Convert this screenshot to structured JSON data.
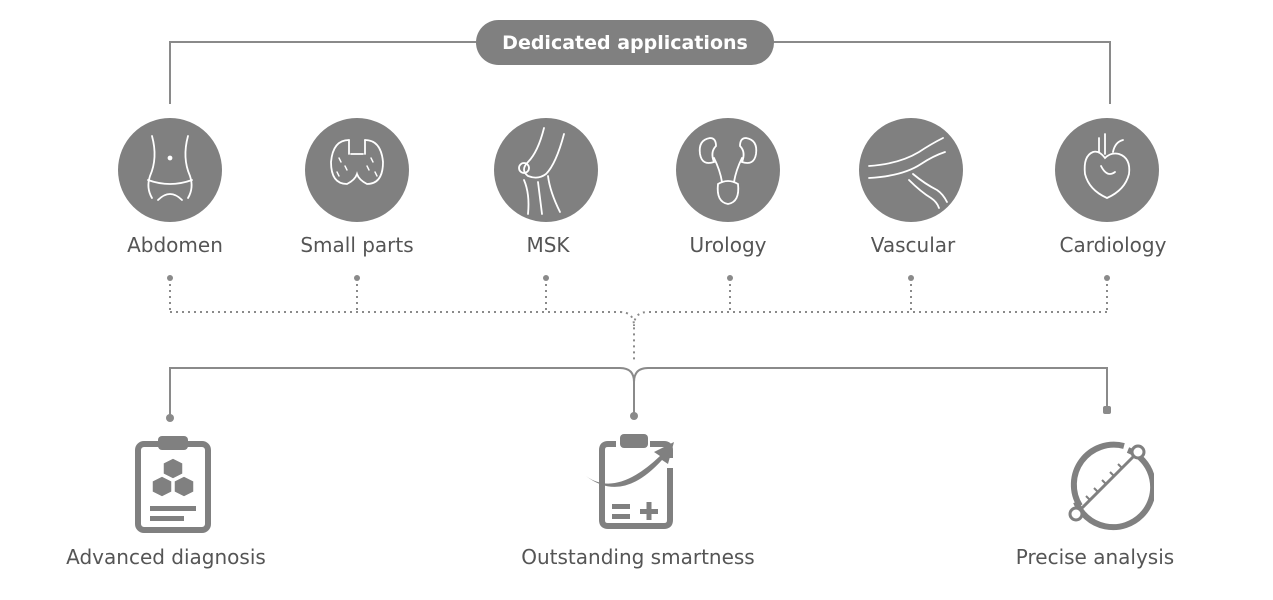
{
  "header": {
    "title": "Dedicated applications"
  },
  "applications": [
    {
      "label": "Abdomen",
      "icon": "abdomen-icon"
    },
    {
      "label": "Small parts",
      "icon": "thyroid-icon"
    },
    {
      "label": "MSK",
      "icon": "knee-joint-icon"
    },
    {
      "label": "Urology",
      "icon": "kidneys-bladder-icon"
    },
    {
      "label": "Vascular",
      "icon": "blood-vessel-icon"
    },
    {
      "label": "Cardiology",
      "icon": "heart-icon"
    }
  ],
  "features": [
    {
      "label": "Advanced diagnosis",
      "icon": "clipboard-cubes-icon"
    },
    {
      "label": "Outstanding smartness",
      "icon": "clipboard-arrow-icon"
    },
    {
      "label": "Precise analysis",
      "icon": "measurement-caliper-icon"
    }
  ],
  "colors": {
    "fill": "#808080",
    "line": "#8a8a8a",
    "text": "#555555"
  }
}
